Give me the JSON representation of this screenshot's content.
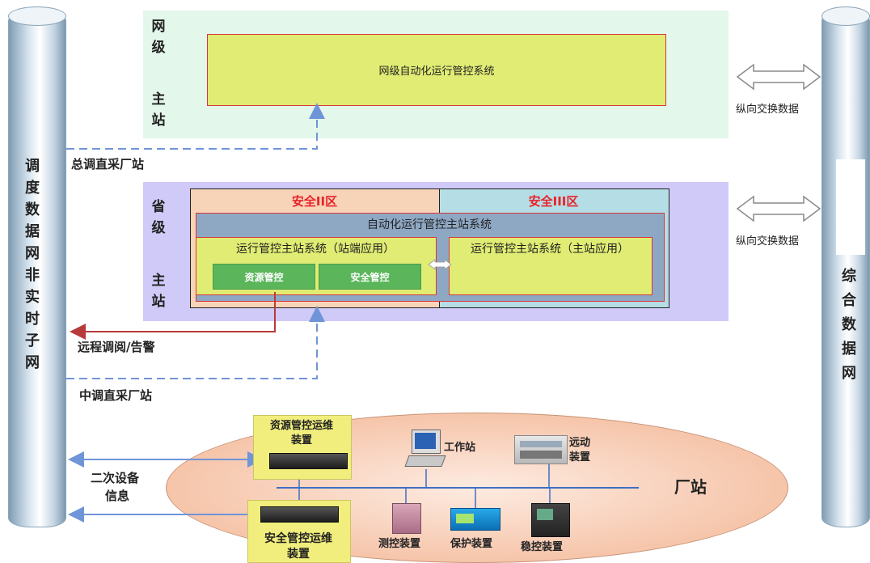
{
  "left_pillar": {
    "text": "调度数据网非实时子网"
  },
  "right_pillar": {
    "text": "综合数据网"
  },
  "wang_ji": {
    "title_top": "网级",
    "title_bottom": "主站",
    "system": "网级自动化运行管控系统"
  },
  "sheng_ji": {
    "title_top": "省级",
    "title_bottom": "主站",
    "zone2": "安全II区",
    "zone3": "安全III区",
    "main_system": "自动化运行管控主站系统",
    "station_app": "运行管控主站系统（站端应用）",
    "master_app": "运行管控主站系统（主站应用）",
    "btn_resource": "资源管控",
    "btn_security": "安全管控"
  },
  "exchange_label_1": "纵向交换数据",
  "exchange_label_2": "纵向交换数据",
  "link_zongdiao": "总调直采厂站",
  "link_remote": "远程调阅/告警",
  "link_zhongdiao": "中调直采厂站",
  "secondary_info": {
    "line1": "二次设备",
    "line2": "信息"
  },
  "plant": {
    "title": "厂站",
    "resource_device": {
      "line1": "资源管控运维",
      "line2": "装置"
    },
    "security_device": {
      "line1": "安全管控运维",
      "line2": "装置"
    },
    "workstation": "工作站",
    "rtu": {
      "line1": "远动",
      "line2": "装置"
    },
    "measure": "测控装置",
    "protect": "保护装置",
    "stability": "稳控装置"
  },
  "colors": {
    "wang_bg": "#e3f7ea",
    "sheng_bg": "#cfcaf7",
    "zone2_bg": "#f7d3b8",
    "zone3_bg": "#b5dde6",
    "system_yellow": "#e0ec73",
    "red_title": "#e8232a",
    "dash_blue": "#6f95d8",
    "arrow_red": "#b83b3b"
  }
}
